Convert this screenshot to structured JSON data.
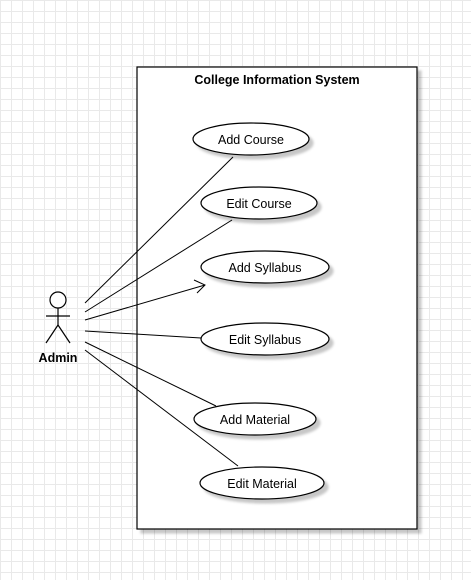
{
  "diagram": {
    "system": {
      "title": "College Information System"
    },
    "actor": {
      "name": "Admin"
    },
    "use_cases": [
      {
        "id": "add-course",
        "label": "Add Course"
      },
      {
        "id": "edit-course",
        "label": "Edit Course"
      },
      {
        "id": "add-syllabus",
        "label": "Add Syllabus"
      },
      {
        "id": "edit-syllabus",
        "label": "Edit Syllabus"
      },
      {
        "id": "add-material",
        "label": "Add Material"
      },
      {
        "id": "edit-material",
        "label": "Edit Material"
      }
    ],
    "associations": [
      {
        "from": "Admin",
        "to": "Add Course"
      },
      {
        "from": "Admin",
        "to": "Edit Course"
      },
      {
        "from": "Admin",
        "to": "Add Syllabus",
        "arrow": true
      },
      {
        "from": "Admin",
        "to": "Edit Syllabus"
      },
      {
        "from": "Admin",
        "to": "Add Material"
      },
      {
        "from": "Admin",
        "to": "Edit Material"
      }
    ]
  }
}
